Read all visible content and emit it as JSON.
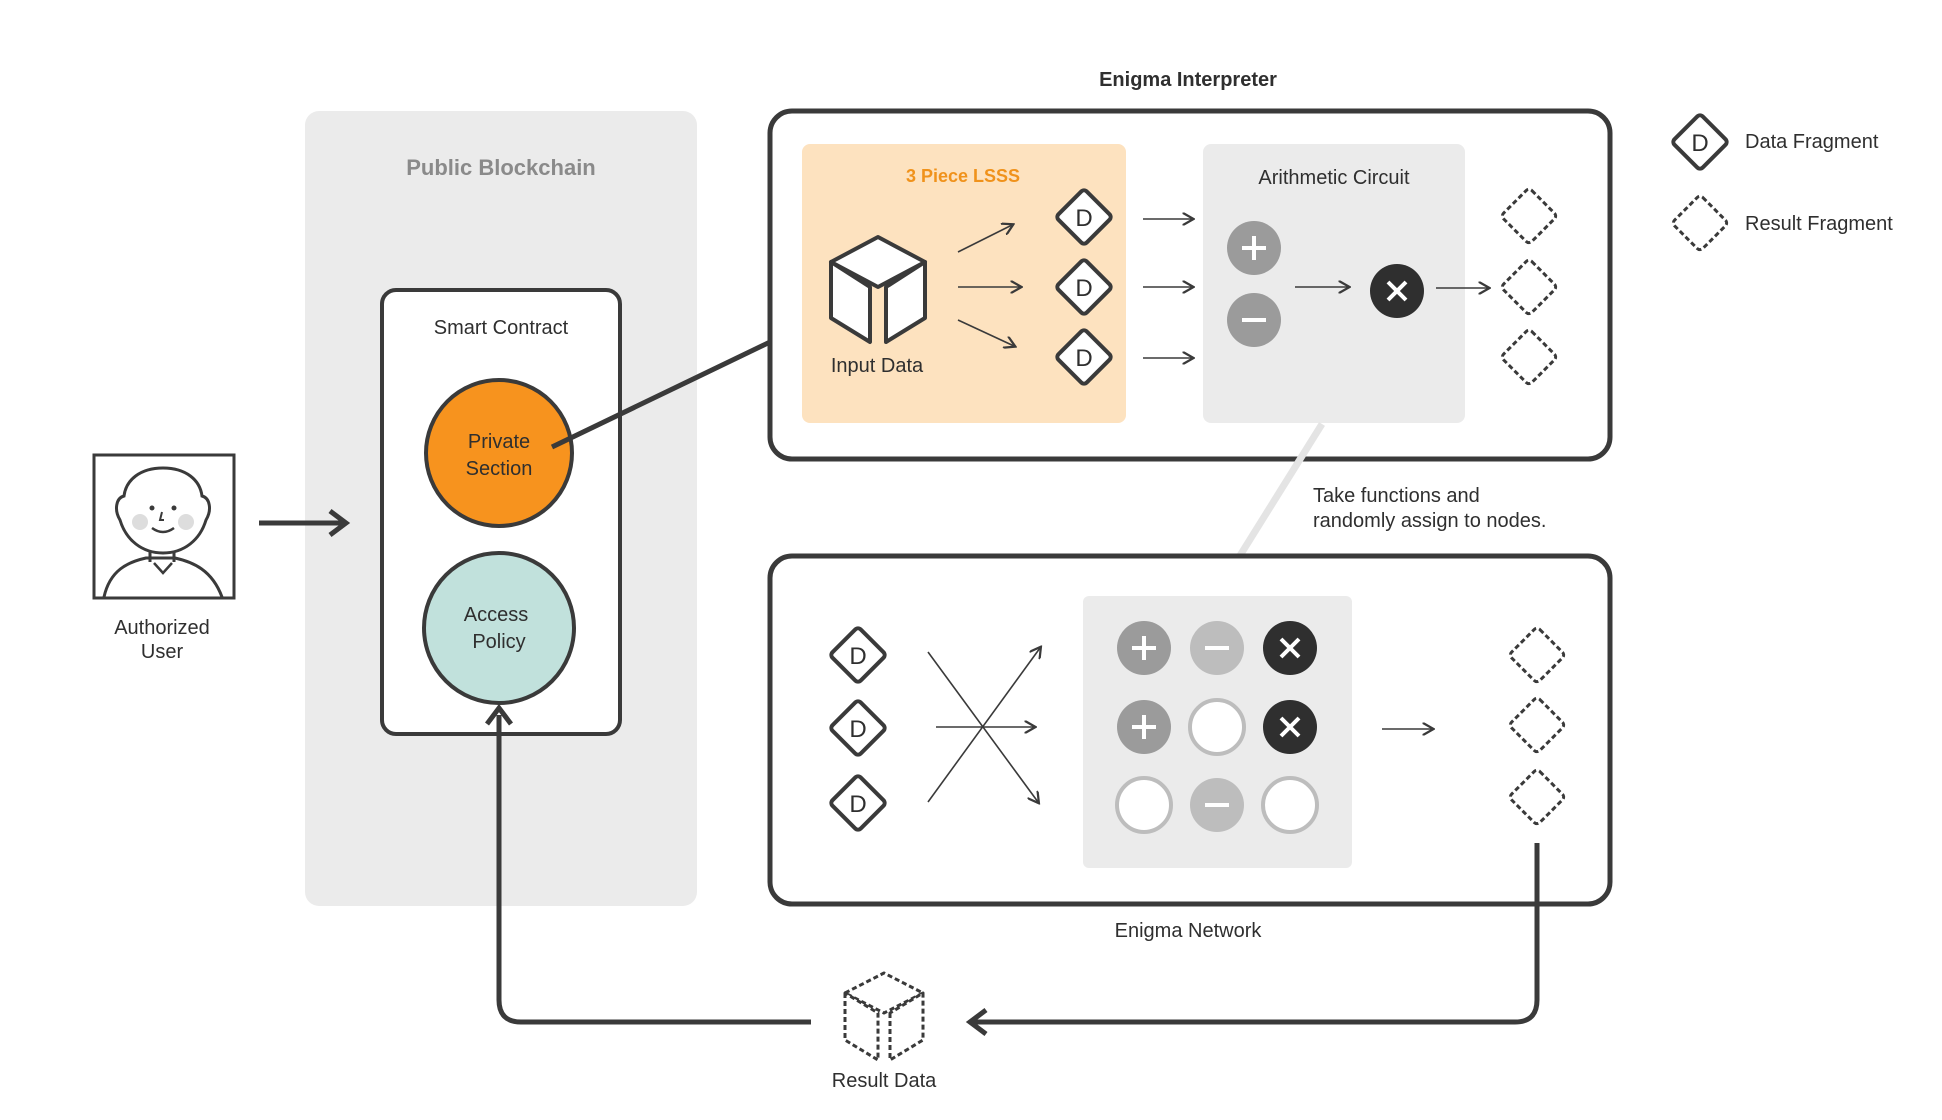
{
  "diagram": {
    "public_blockchain": {
      "title": "Public Blockchain"
    },
    "smart_contract": {
      "title": "Smart Contract",
      "private_section": [
        "Private",
        "Section"
      ],
      "access_policy": [
        "Access",
        "Policy"
      ]
    },
    "authorized_user": {
      "label": [
        "Authorized",
        "User"
      ]
    },
    "enigma_interpreter": {
      "title": "Enigma Interpreter",
      "lsss": {
        "title": "3 Piece LSSS",
        "input_label": "Input Data"
      },
      "arithmetic_circuit": {
        "title": "Arithmetic Circuit"
      }
    },
    "enigma_network": {
      "title": "Enigma Network"
    },
    "note": [
      "Take functions and",
      "randomly assign to nodes."
    ],
    "result_data": {
      "label": "Result Data"
    },
    "legend": {
      "data_fragment": "Data Fragment",
      "result_fragment": "Result Fragment",
      "fragment_letter": "D"
    },
    "colors": {
      "orange": "#f7931e",
      "teal": "#c1e1dc",
      "lsss_bg": "#fde2bf",
      "grey_bg": "#ebebeb",
      "dark": "#2f2f2f",
      "op_grey": "#9b9b9b",
      "op_light": "#bdbdbd"
    }
  }
}
